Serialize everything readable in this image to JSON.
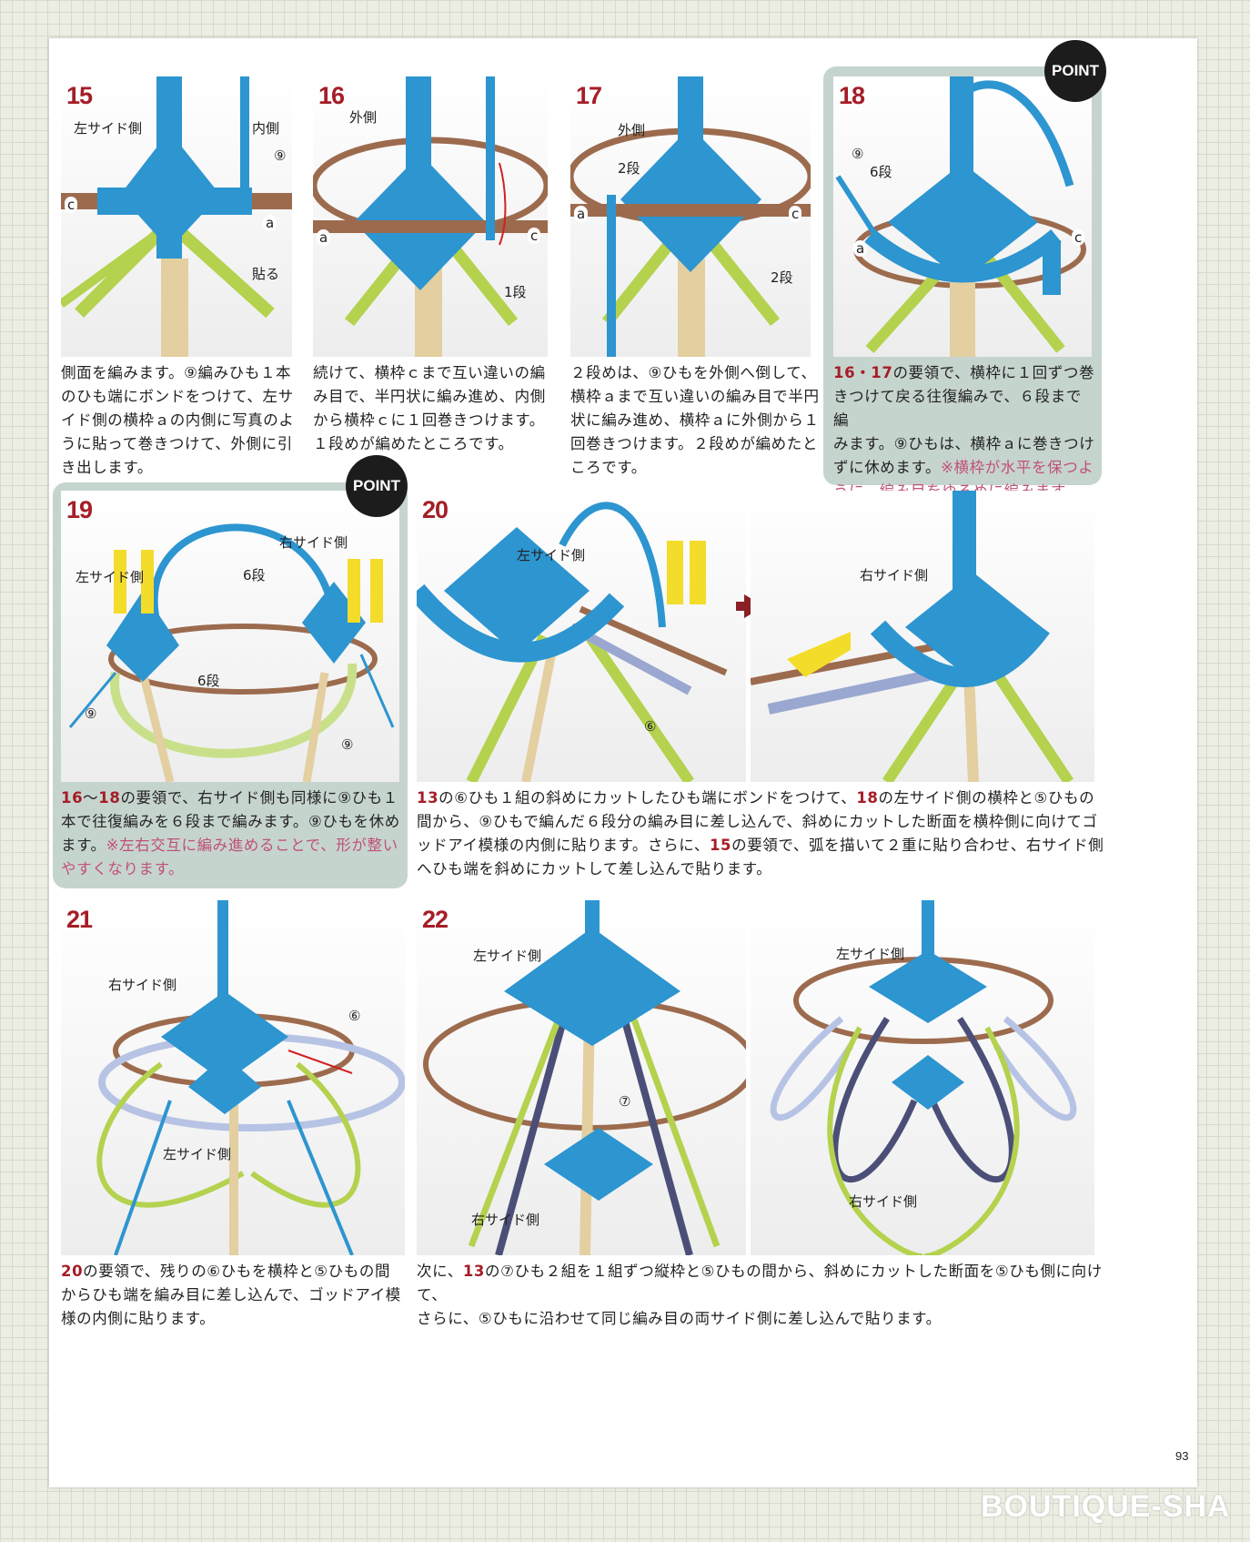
{
  "page_number": "93",
  "publisher": "BOUTIQUE-SHA",
  "point_badge": "POINT",
  "steps": {
    "s15": {
      "num": "15",
      "labels": [
        "左サイド側",
        "内側",
        "⑨",
        "c",
        "a",
        "貼る"
      ],
      "desc": [
        "側面を編みます。⑨編みひも１本",
        "のひも端にボンドをつけて、左サ",
        "イド側の横枠ａの内側に写真のよ",
        "うに貼って巻きつけて、外側に引",
        "き出します。"
      ]
    },
    "s16": {
      "num": "16",
      "labels": [
        "外側",
        "a",
        "c",
        "1段"
      ],
      "desc": [
        "続けて、横枠ｃまで互い違いの編",
        "み目で、半円状に編み進め、内側",
        "から横枠ｃに１回巻きつけます。",
        "１段めが編めたところです。"
      ]
    },
    "s17": {
      "num": "17",
      "labels": [
        "外側",
        "2段",
        "a",
        "c",
        "2段"
      ],
      "desc": [
        "２段めは、⑨ひもを外側へ倒して、",
        "横枠ａまで互い違いの編み目で半円",
        "状に編み進め、横枠ａに外側から１",
        "回巻きつけます。２段めが編めたと",
        "ころです。"
      ]
    },
    "s18": {
      "num": "18",
      "labels": [
        "⑨",
        "6段",
        "a",
        "c"
      ],
      "desc_num": "16・17",
      "desc": [
        "の要領で、横枠に１回ずつ巻",
        "きつけて戻る往復編みで、６段まで編",
        "みます。⑨ひもは、横枠ａに巻きつけ"
      ],
      "desc_last": "ずに休めます。",
      "desc_note": [
        "※横枠が水平を保つよ",
        "うに、編み目をゆるめに編みます。"
      ]
    },
    "s19": {
      "num": "19",
      "labels": [
        "右サイド側",
        "左サイド側",
        "6段",
        "6段",
        "⑨",
        "⑨"
      ],
      "desc_num1": "16",
      "desc_sep": "～",
      "desc_num2": "18",
      "desc": [
        "の要領で、右サイド側も同様に⑨ひも１",
        "本で往復編みを６段まで編みます。⑨ひもを休め"
      ],
      "desc_last": "ます。",
      "desc_note": [
        "※左右交互に編み進めることで、形が整い",
        "やすくなります。"
      ]
    },
    "s20": {
      "num": "20",
      "labels": [
        "左サイド側",
        "⑥",
        "右サイド側"
      ],
      "desc_num": "13",
      "desc_l1": "の⑥ひも１組の斜めにカットしたひも端にボンドをつけて、",
      "desc_num2": "18",
      "desc_l1b": "の左サイド側の横枠と⑤ひもの",
      "desc": [
        "間から、⑨ひもで編んだ６段分の編み目に差し込んで、斜めにカットした断面を横枠側に向けてゴ",
        "ッドアイ模様の内側に貼ります。さらに、"
      ],
      "desc_num3": "15",
      "desc_l3b": "の要領で、弧を描いて２重に貼り合わせ、右サイド側",
      "desc_l4": "へひも端を斜めにカットして差し込んで貼ります。"
    },
    "s21": {
      "num": "21",
      "labels": [
        "右サイド側",
        "⑥",
        "左サイド側"
      ],
      "desc_num": "20",
      "desc": [
        "の要領で、残りの⑥ひもを横枠と⑤ひもの間",
        "からひも端を編み目に差し込んで、ゴッドアイ模",
        "様の内側に貼ります。"
      ]
    },
    "s22": {
      "num": "22",
      "labels": [
        "左サイド側",
        "⑦",
        "右サイド側",
        "左サイド側",
        "右サイド側"
      ],
      "desc_pre": "次に、",
      "desc_num": "13",
      "desc_l1": "の⑦ひも２組を１組ずつ縦枠と⑤ひもの間から、斜めにカットした断面を⑤ひも側に向けて、",
      "desc_l2": "さらに、⑤ひもに沿わせて同じ編み目の両サイド側に差し込んで貼ります。"
    }
  },
  "colors": {
    "accent_red": "#a51d27",
    "note_pink": "#c0507a",
    "point_bg": "#c6d4ce",
    "cord_blue": "#2d95d0",
    "frame_brown": "#9c6b4e",
    "rib_green": "#b4d24e",
    "rib_wood": "#e3cfa0",
    "cord_lavender": "#9aa7d0",
    "cord_navy": "#4b4f78"
  }
}
